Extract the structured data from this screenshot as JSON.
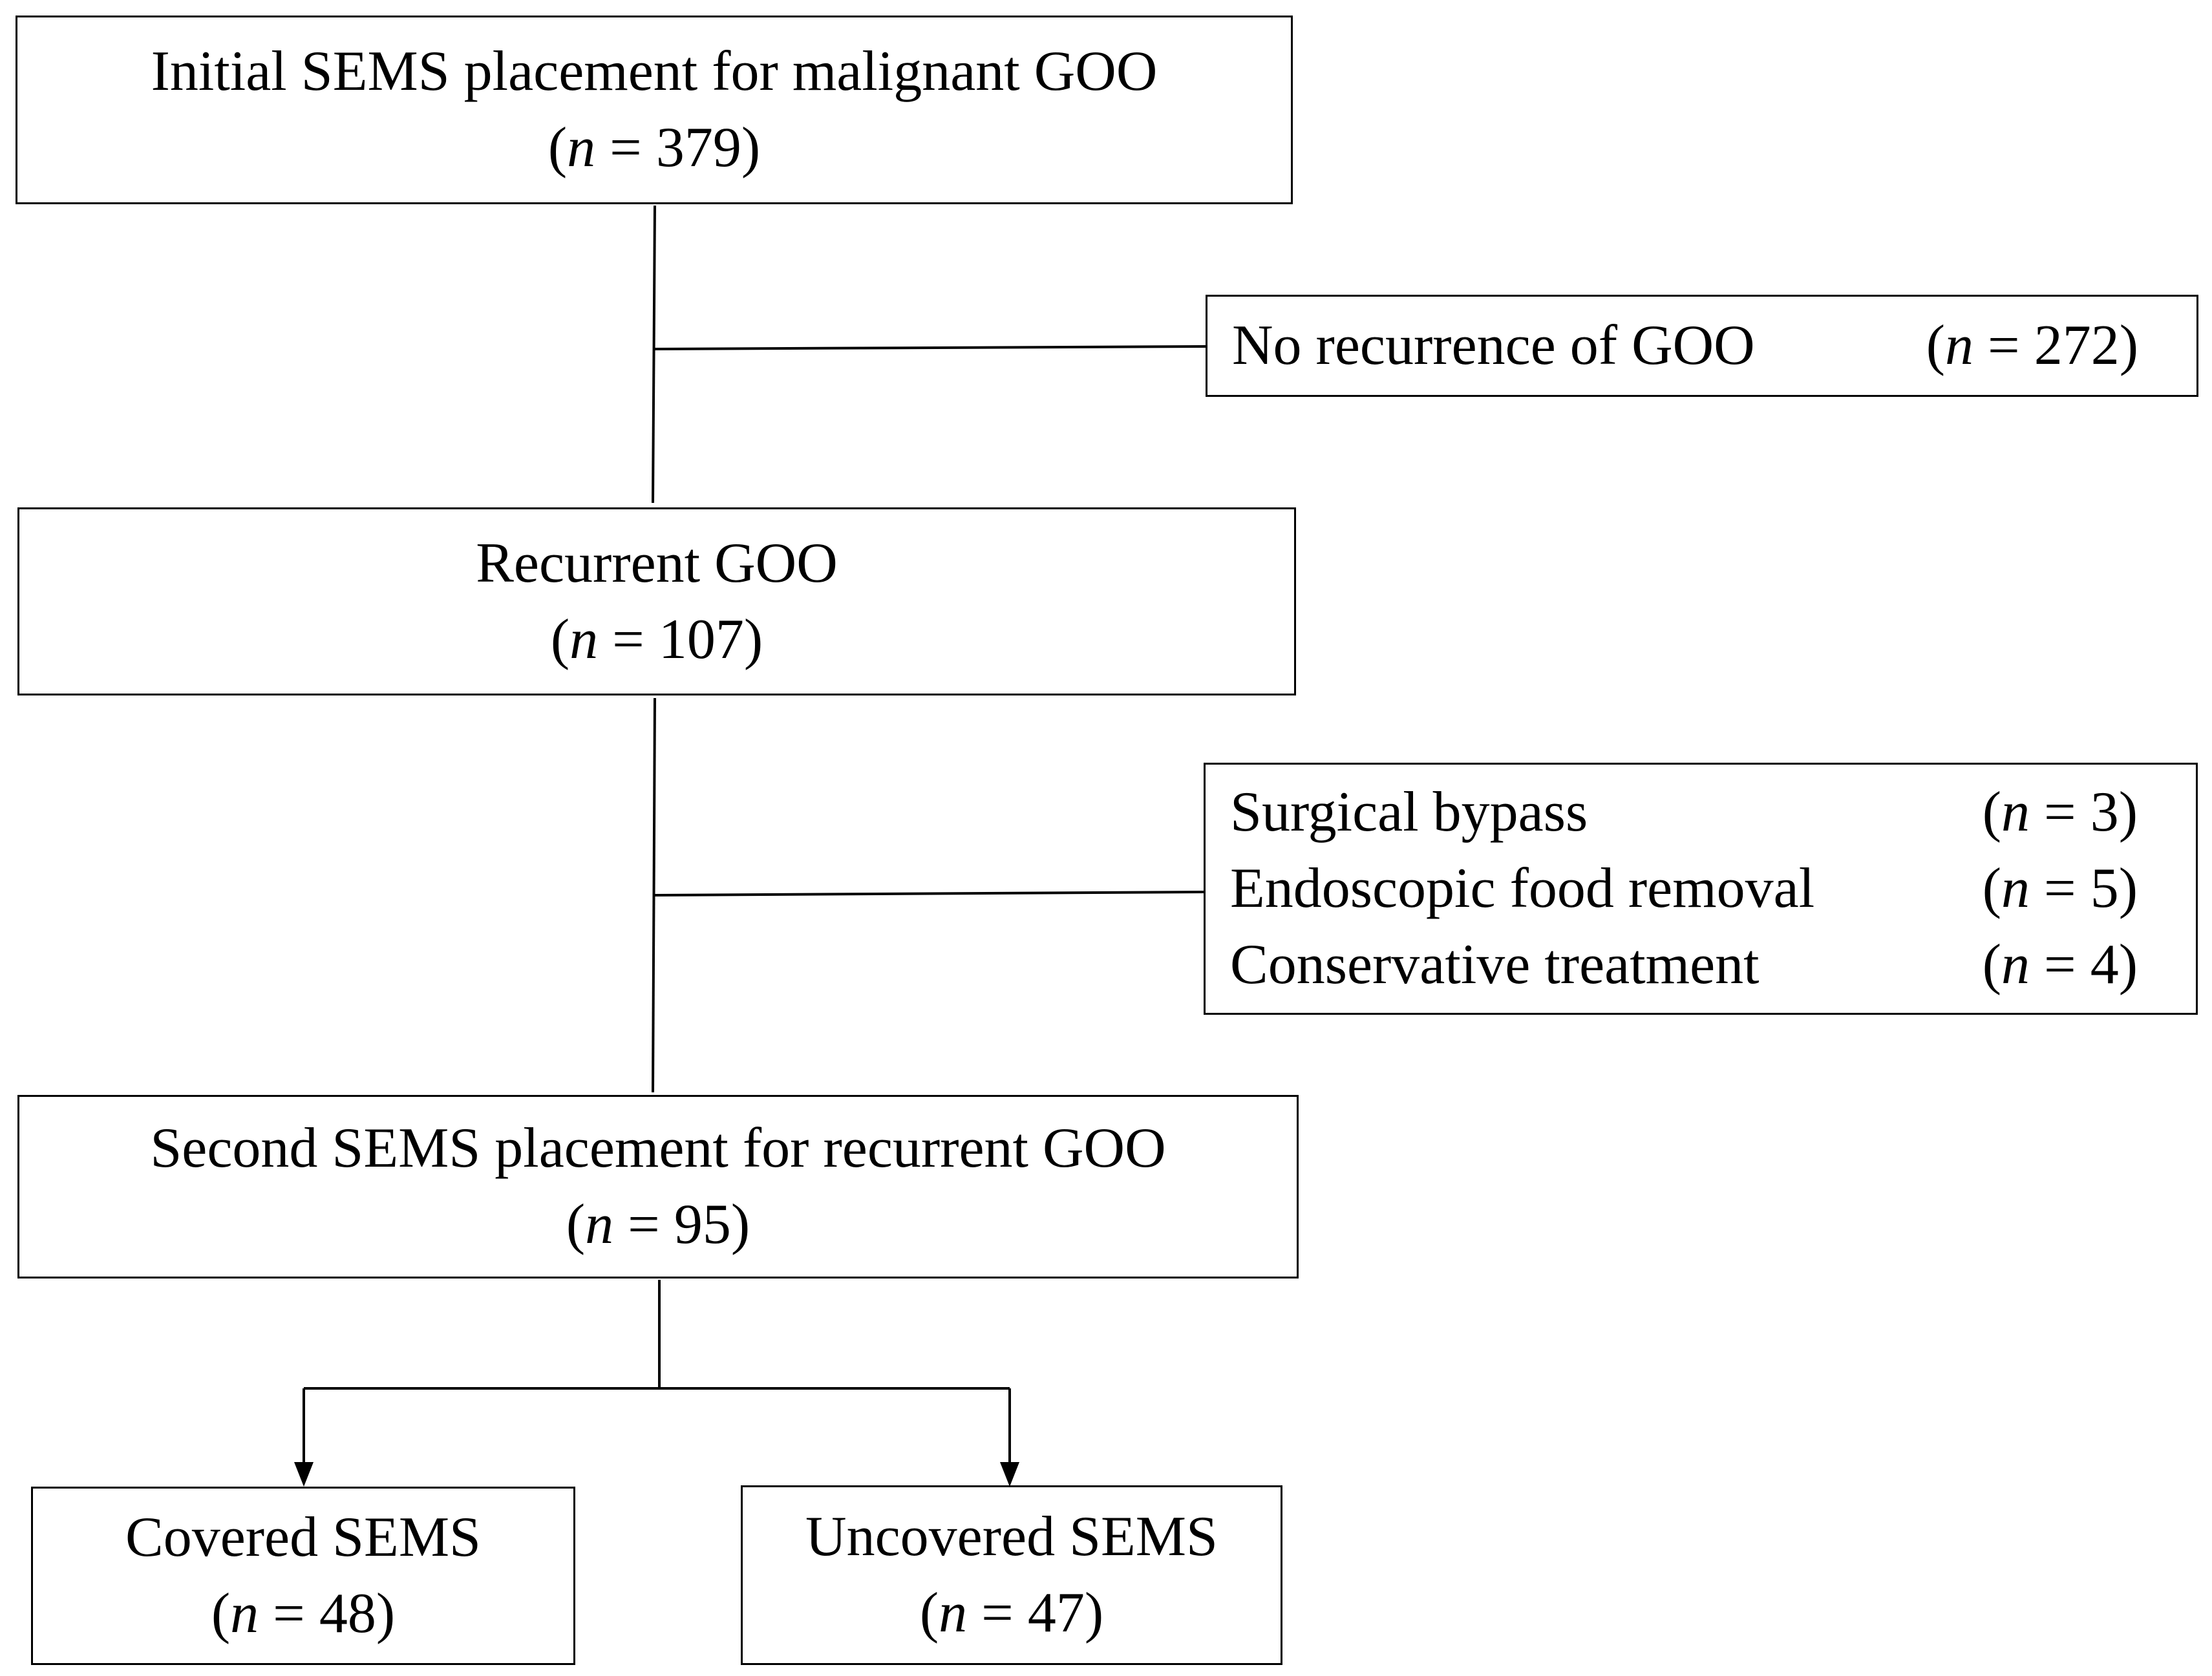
{
  "boxes": {
    "initial": {
      "title": "Initial SEMS placement for malignant GOO",
      "count": "379"
    },
    "no_recurrence": {
      "title": "No recurrence of GOO",
      "count": "272"
    },
    "recurrent": {
      "title": "Recurrent GOO",
      "count": "107"
    },
    "other_treatments": {
      "items": [
        {
          "label": "Surgical bypass",
          "count": "3"
        },
        {
          "label": "Endoscopic food removal",
          "count": "5"
        },
        {
          "label": "Conservative treatment",
          "count": "4"
        }
      ]
    },
    "second": {
      "title": "Second SEMS placement for recurrent GOO",
      "count": "95"
    },
    "covered": {
      "title": "Covered SEMS",
      "count": "48"
    },
    "uncovered": {
      "title": "Uncovered SEMS",
      "count": "47"
    }
  },
  "n_symbol": "n",
  "n_prefix": "(",
  "n_eq": " = ",
  "n_suffix": ")"
}
